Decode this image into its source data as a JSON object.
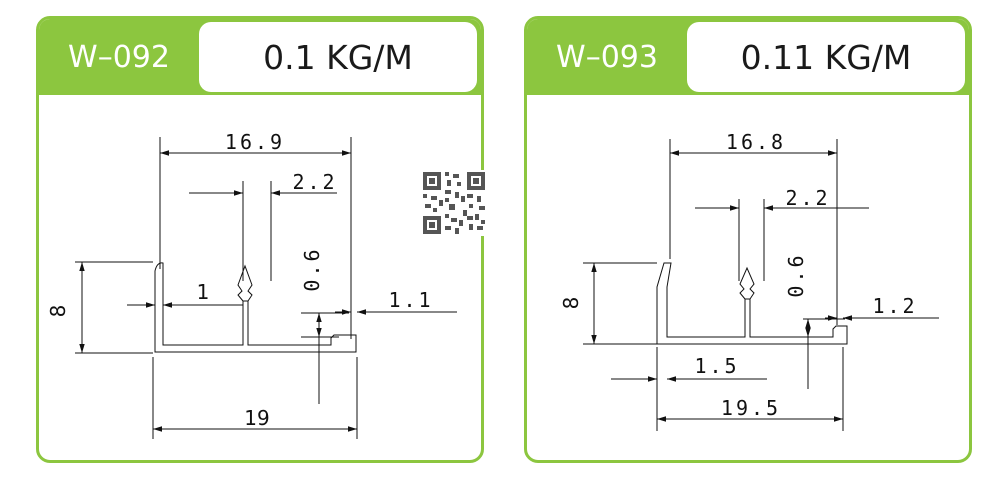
{
  "profiles": [
    {
      "code": "W–092",
      "weight": "0.1 KG/M",
      "dims": {
        "top_width": "16.9",
        "stem_width": "2.2",
        "height": "8",
        "lip": "1",
        "wall": "0.6",
        "edge": "1.1",
        "total_width": "19"
      }
    },
    {
      "code": "W–093",
      "weight": "0.11 KG/M",
      "dims": {
        "top_width": "16.8",
        "stem_width": "2.2",
        "height": "8",
        "lip": "1.5",
        "wall": "0.6",
        "edge": "1.2",
        "total_width": "19.5"
      }
    }
  ],
  "colors": {
    "accent": "#8cc63f",
    "line": "#111111"
  },
  "icons": [
    "qr-code-icon"
  ]
}
